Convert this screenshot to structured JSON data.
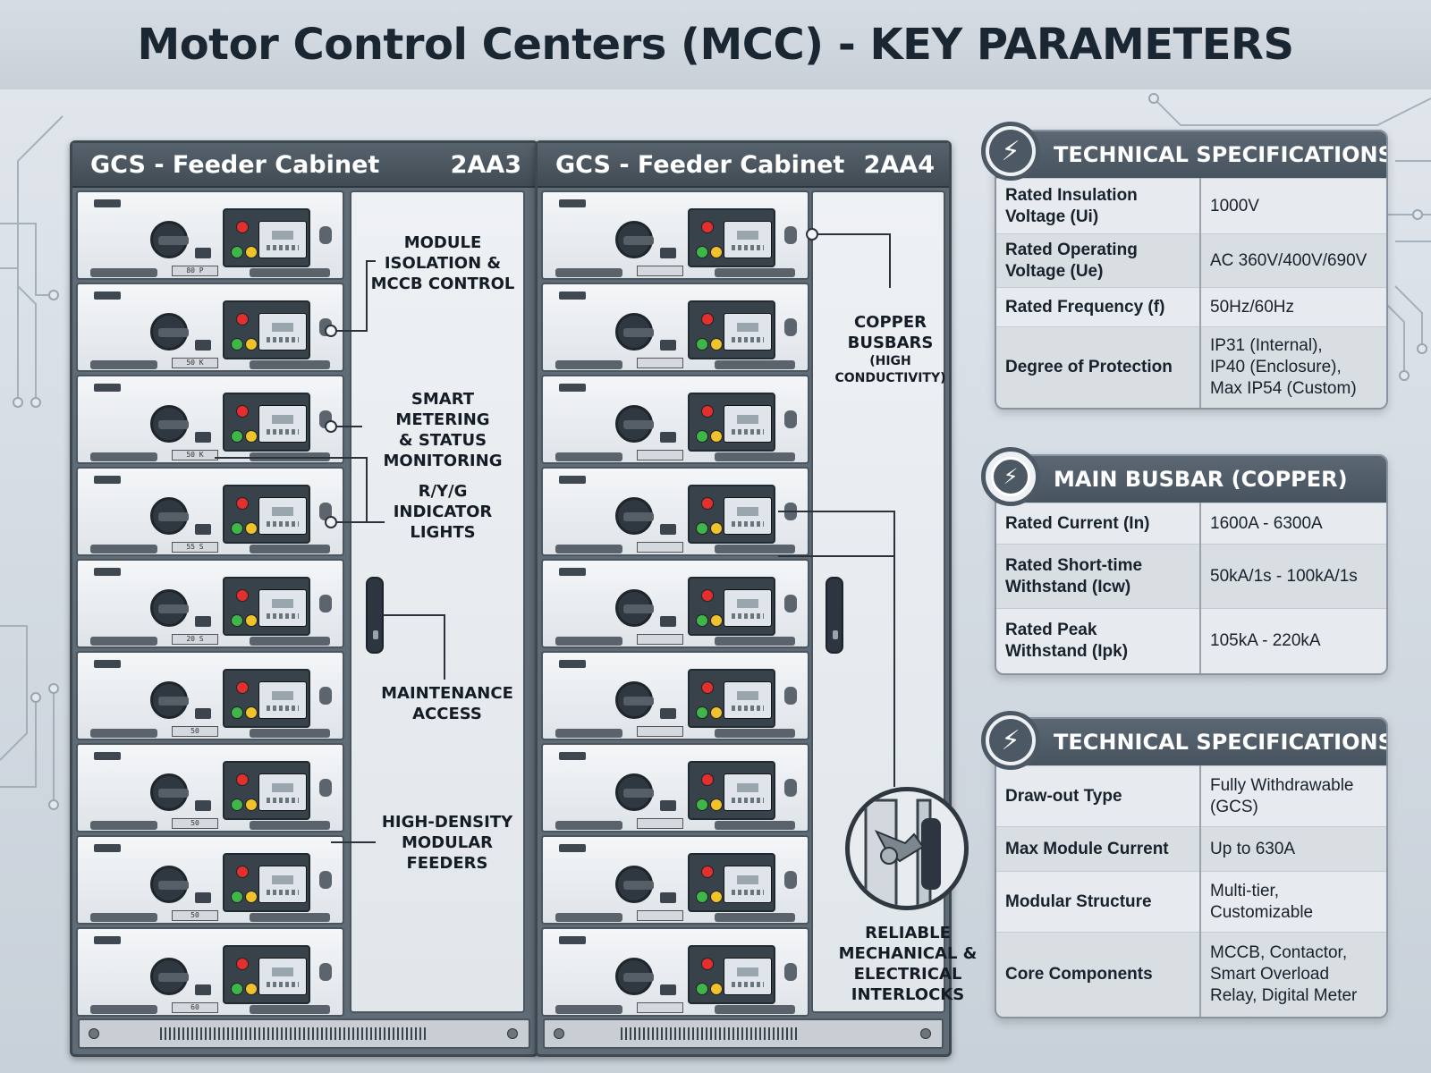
{
  "title": "Motor Control Centers (MCC) - KEY PARAMETERS",
  "cabinets": [
    {
      "name": "GCS - Feeder Cabinet",
      "code": "2AA3",
      "module_labels": [
        "80 P",
        "50 K",
        "50 K",
        "55 S",
        "20 S",
        "50",
        "50",
        "50",
        "60"
      ]
    },
    {
      "name": "GCS - Feeder Cabinet",
      "code": "2AA4"
    }
  ],
  "callouts": {
    "module_isolation": "MODULE\nISOLATION &\nMCCB CONTROL",
    "smart_metering": "SMART METERING\n& STATUS\nMONITORING",
    "indicator_lights": "R/Y/G\nINDICATOR\nLIGHTS",
    "maintenance": "MAINTENANCE\nACCESS",
    "high_density": "HIGH-DENSITY\nMODULAR\nFEEDERS",
    "copper_busbars": "COPPER\nBUSBARS",
    "copper_busbars_sub": "(HIGH\nCONDUCTIVITY)",
    "interlocks": "RELIABLE\nMECHANICAL &\nELECTRICAL\nINTERLOCKS"
  },
  "cards": [
    {
      "title": "TECHNICAL SPECIFICATIONS",
      "icon": "lightning-bolt-icon",
      "rows": [
        {
          "key": "Rated Insulation\nVoltage (Ui)",
          "value": "1000V"
        },
        {
          "key": "Rated Operating\nVoltage (Ue)",
          "value": "AC 360V/400V/690V"
        },
        {
          "key": "Rated Frequency (f)",
          "value": "50Hz/60Hz"
        },
        {
          "key": "Degree of Protection",
          "value": "IP31 (Internal),\nIP40 (Enclosure),\nMax IP54 (Custom)"
        }
      ]
    },
    {
      "title": "MAIN BUSBAR (COPPER)",
      "icon": "lightning-circle-icon",
      "rows": [
        {
          "key": "Rated Current (In)",
          "value": "1600A - 6300A"
        },
        {
          "key": "Rated Short-time\nWithstand (Icw)",
          "value": "50kA/1s - 100kA/1s"
        },
        {
          "key": "Rated Peak\nWithstand (Ipk)",
          "value": "105kA - 220kA"
        }
      ]
    },
    {
      "title": "TECHNICAL SPECIFICATIONS",
      "icon": "lightning-bolt-icon",
      "rows": [
        {
          "key": "Draw-out Type",
          "value": "Fully Withdrawable\n(GCS)"
        },
        {
          "key": "Max Module Current",
          "value": "Up to 630A"
        },
        {
          "key": "Modular Structure",
          "value": "Multi-tier,\nCustomizable"
        },
        {
          "key": "Core Components",
          "value": "MCCB, Contactor,\nSmart Overload\nRelay, Digital Meter"
        }
      ]
    }
  ],
  "colors": {
    "cabinet": "#5f6b76",
    "header": "#4c5864",
    "led_red": "#e42f2f",
    "led_yellow": "#f0c22c",
    "led_green": "#3eb64a"
  }
}
